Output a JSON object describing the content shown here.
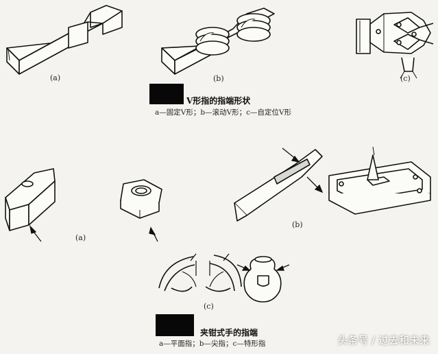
{
  "figure_top": {
    "sublabels": [
      "(a)",
      "(b)",
      "(c)"
    ],
    "title": "V形指的指端形状",
    "legend": "a—固定V形；b—滚动V形；c—自定位V形"
  },
  "figure_bottom": {
    "sublabels": [
      "(a)",
      "(b)",
      "(c)"
    ],
    "title": "夹钳式手的指端",
    "legend": "a—平面指；b—尖指；c—特形指"
  },
  "watermark": "头条号 / 过去和未来"
}
